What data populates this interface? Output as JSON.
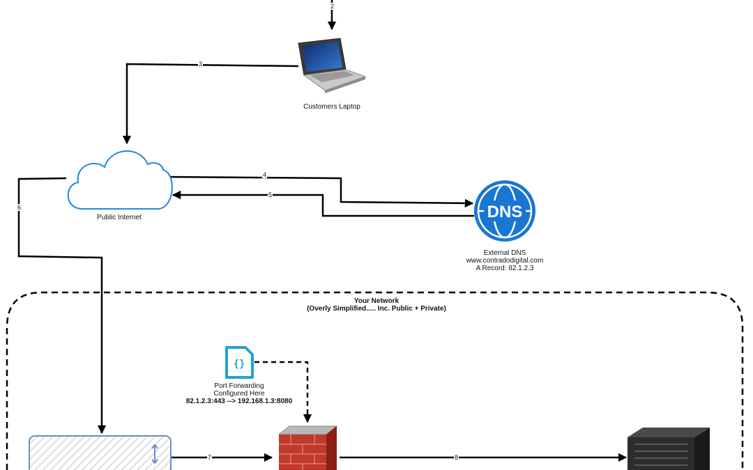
{
  "nodes": {
    "laptop": {
      "label": "Customers Laptop",
      "icon": "laptop-icon"
    },
    "internet": {
      "label": "Public Internet",
      "icon": "cloud-icon"
    },
    "dns": {
      "icon_text": "DNS",
      "label_line1": "External DNS",
      "label_line2": "www.contradodigital.com",
      "label_line3": "A Record: 82.1.2.3",
      "icon": "dns-globe-icon"
    },
    "network": {
      "title": "Your Network",
      "subtitle": "(Overly Simplified..... Inc. Public + Private)"
    },
    "port_forwarding": {
      "label_line1": "Port Forwarding",
      "label_line2": "Configured Here",
      "label_line3": "82.1.2.3:443 --> 192.168.1.3:8080",
      "icon": "config-file-icon"
    },
    "router": {
      "icon": "router-icon"
    },
    "firewall": {
      "icon": "firewall-icon"
    },
    "server": {
      "icon": "server-icon"
    }
  },
  "edges": {
    "e2": "2",
    "e3": "3",
    "e4": "4",
    "e5": "5",
    "e6": "6",
    "e7": "7",
    "e8": "8"
  },
  "colors": {
    "line": "#000000",
    "cloud_stroke": "#1e88e5",
    "dns_blue": "#1976d2",
    "config_blue": "#1fa3d6",
    "router_stroke": "#6c8ebf",
    "brick": "#c0392b"
  }
}
